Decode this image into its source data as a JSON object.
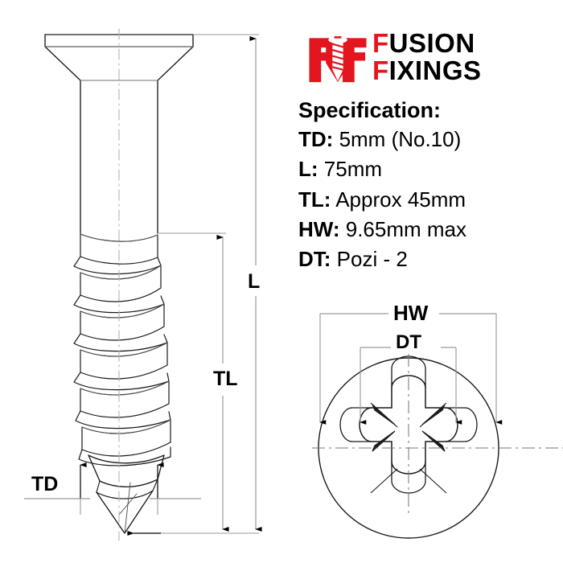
{
  "brand": {
    "logo_icon": "screw-monogram-icon",
    "line1_lead": "F",
    "line1_rest": "USION",
    "line2_lead": "F",
    "line2_rest": "IXINGS",
    "accent_color": "#e3161f"
  },
  "spec": {
    "title": "Specification:",
    "rows": [
      {
        "key": "TD:",
        "value": "5mm (No.10)"
      },
      {
        "key": "L:",
        "value": "75mm"
      },
      {
        "key": "TL:",
        "value": "Approx 45mm"
      },
      {
        "key": "HW:",
        "value": "9.65mm max"
      },
      {
        "key": "DT:",
        "value": "Pozi - 2"
      }
    ]
  },
  "dimensions": {
    "td": "TD",
    "l": "L",
    "tl": "TL",
    "hw": "HW",
    "dt": "DT"
  },
  "drawing": {
    "side_view_name": "countersunk-pozi-screw-side-view",
    "head_view_name": "pozi-drive-head-top-view",
    "line_color": "#1a1a1a",
    "thin_line_color": "#8c8c8c"
  }
}
